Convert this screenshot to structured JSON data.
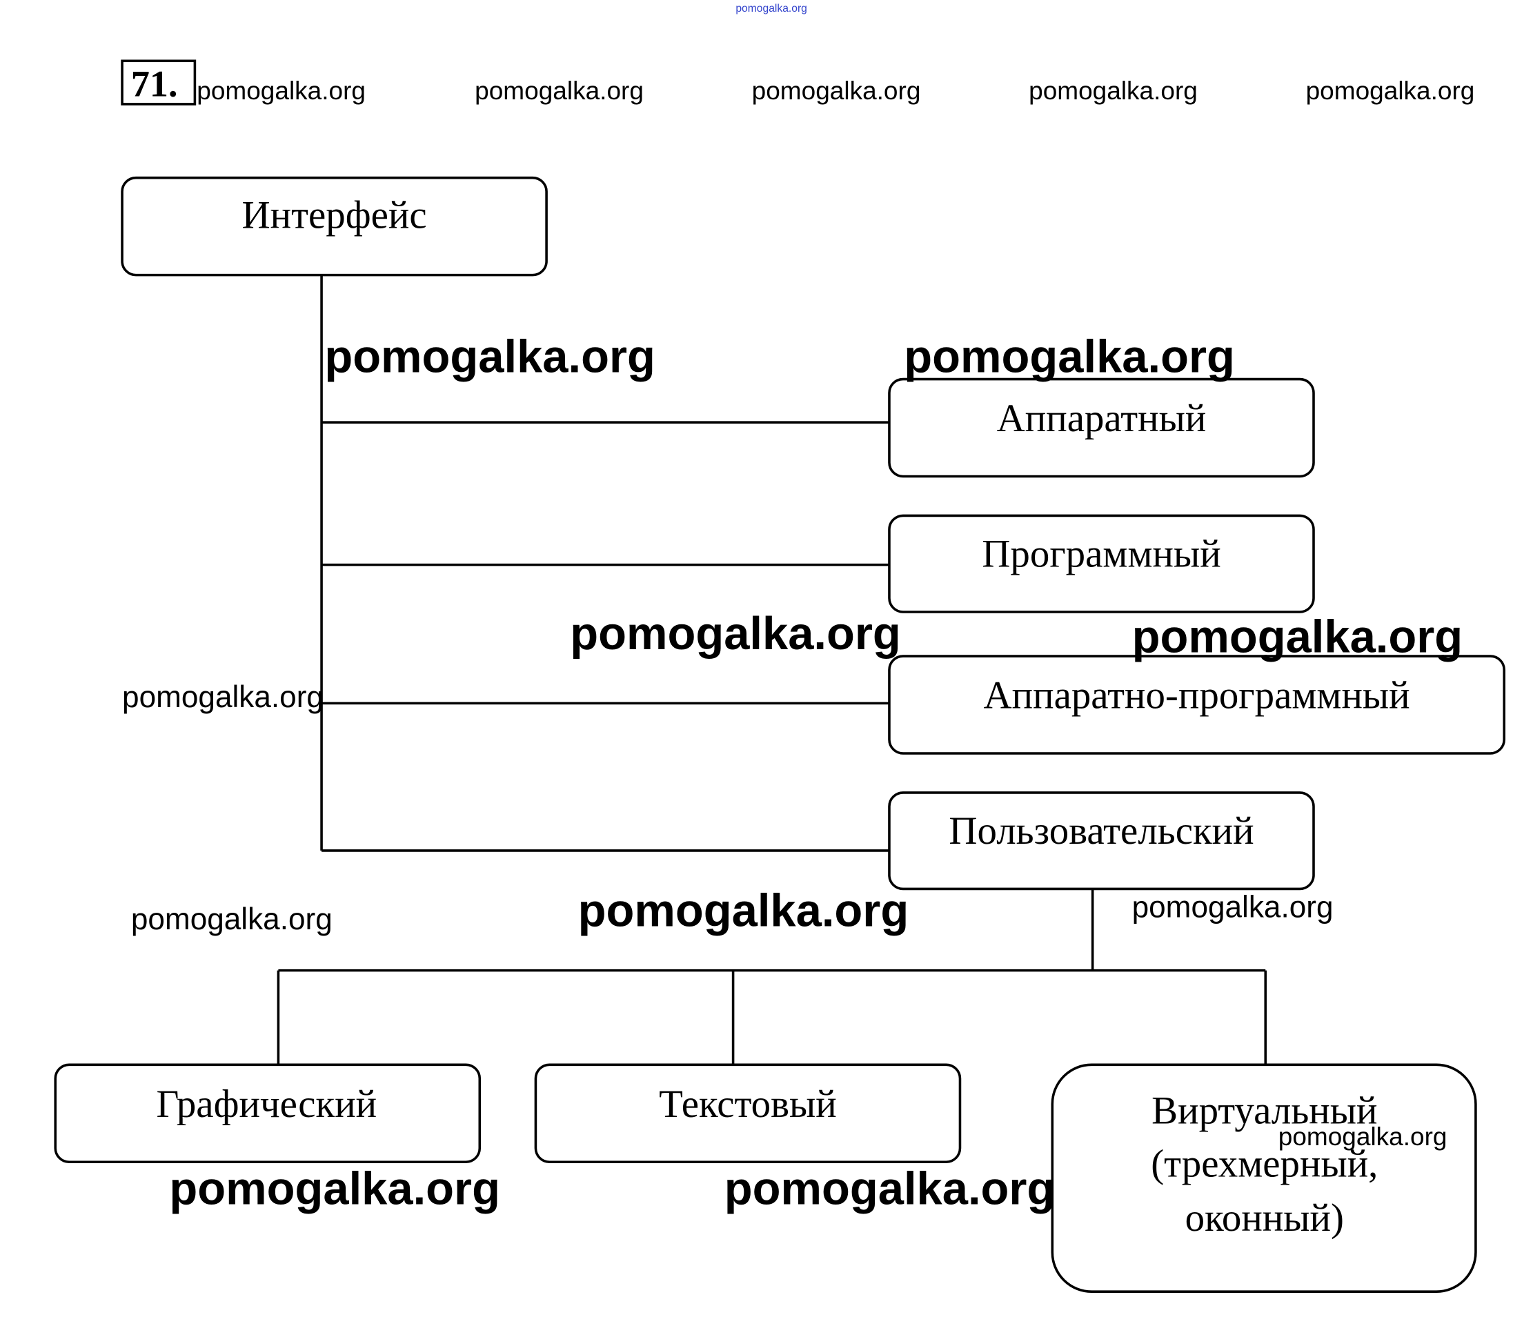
{
  "exercise_number": "71.",
  "watermark": "pomogalka.org",
  "diagram": {
    "root": "Интерфейс",
    "types": [
      "Аппаратный",
      "Программный",
      "Аппаратно-программный",
      "Пользовательский"
    ],
    "user_subtypes": {
      "graphic": "Графический",
      "text": "Текстовый",
      "virtual": [
        "Виртуальный",
        "(трехмерный,",
        "оконный)"
      ]
    }
  }
}
